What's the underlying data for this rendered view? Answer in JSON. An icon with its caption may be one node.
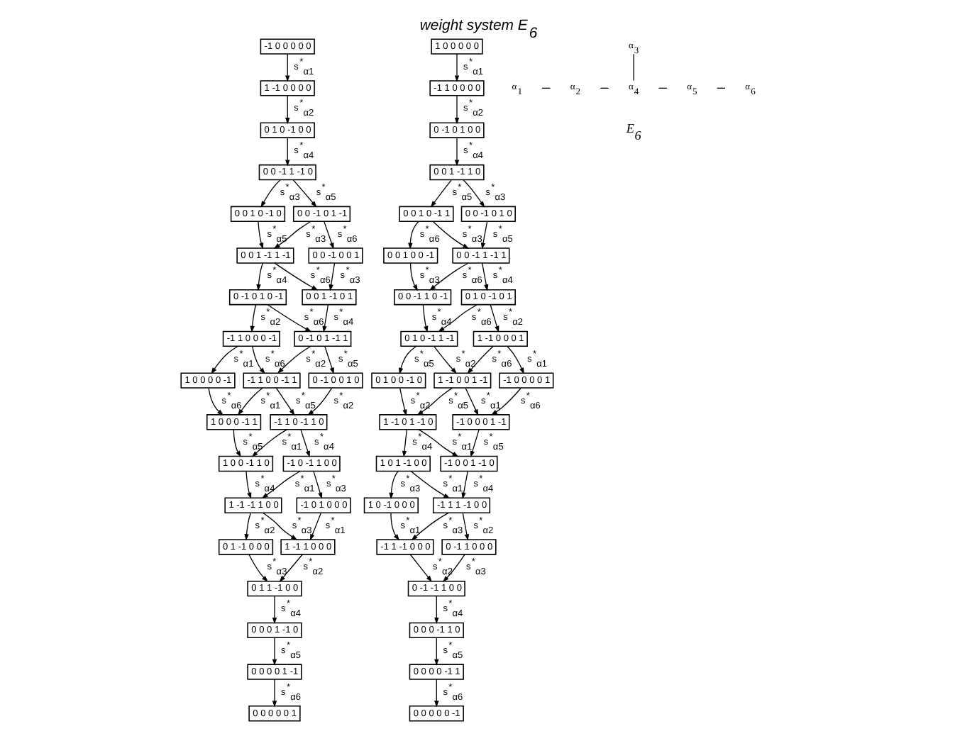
{
  "diagram": {
    "title": "weight system E$_{6}$",
    "nodes": [
      {
        "text": [
          "-1 0 0 0 0 0"
        ]
      },
      {
        "text": [
          "1 -1 0 0 0 0"
        ]
      },
      {
        "text": [
          "0 1 0 -1 0 0"
        ]
      },
      {
        "text": [
          "0 0 -1 1 -1 0"
        ]
      },
      {
        "text": [
          "0 0 1 0 -1 0"
        ]
      },
      {
        "text": [
          "0 0 -1 0 1 -1"
        ]
      },
      {
        "text": [
          "0 0 1 -1 1 -1"
        ]
      },
      {
        "text": [
          "0 0 -1 0 0 1"
        ]
      },
      {
        "text": [
          "0 -1 0 1 0 -1"
        ]
      },
      {
        "text": [
          "0 0 1 -1 0 1"
        ]
      },
      {
        "text": [
          "-1 1 0 0 0 -1"
        ]
      },
      {
        "text": [
          "0 -1 0 1 -1 1"
        ]
      },
      {
        "text": [
          "1 0 0 0 0 -1"
        ]
      },
      {
        "text": [
          "-1 1 0 0 -1 1"
        ]
      },
      {
        "text": [
          "0 -1 0 0 1 0"
        ]
      },
      {
        "text": [
          "1 0 0 0 -1 1"
        ]
      },
      {
        "text": [
          "-1 1 0 -1 1 0"
        ]
      },
      {
        "text": [
          "1 0 0 -1 1 0"
        ]
      },
      {
        "text": [
          "-1 0 -1 1 0 0"
        ]
      },
      {
        "text": [
          "1 -1 -1 1 0 0"
        ]
      },
      {
        "text": [
          "-1 0 1 0 0 0"
        ]
      },
      {
        "text": [
          "0 1 -1 0 0 0"
        ]
      },
      {
        "text": [
          "1 -1 1 0 0 0"
        ]
      },
      {
        "text": [
          "0 1 1 -1 0 0"
        ]
      },
      {
        "text": [
          "0 0 0 1 -1 0"
        ]
      },
      {
        "text": [
          "0 0 0 0 1 -1"
        ]
      },
      {
        "text": [
          "0 0 0 0 0 1"
        ]
      },
      {
        "text": [
          "1 0 0 0 0 0"
        ]
      },
      {
        "text": [
          "-1 1 0 0 0 0"
        ]
      },
      {
        "text": [
          "0 -1 0 1 0 0"
        ]
      },
      {
        "text": [
          "0 0 1 -1 1 0"
        ]
      },
      {
        "text": [
          "0 0 1 0 -1 1"
        ]
      },
      {
        "text": [
          "0 0 -1 0 1 0"
        ]
      },
      {
        "text": [
          "0 0 1 0 0 -1"
        ]
      },
      {
        "text": [
          "0 0 -1 1 -1 1"
        ]
      },
      {
        "text": [
          "0 0 -1 1 0 -1"
        ]
      },
      {
        "text": [
          "0 1 0 -1 0 1"
        ]
      },
      {
        "text": [
          "0 1 0 -1 1 -1"
        ]
      },
      {
        "text": [
          "1 -1 0 0 0 1"
        ]
      },
      {
        "text": [
          "0 1 0 0 -1 0"
        ]
      },
      {
        "text": [
          "1 -1 0 0 1 -1"
        ]
      },
      {
        "text": [
          "-1 0 0 0 0 1"
        ]
      },
      {
        "text": [
          "1 -1 0 1 -1 0"
        ]
      },
      {
        "text": [
          "-1 0 0 0 1 -1"
        ]
      },
      {
        "text": [
          "1 0 1 -1 0 0"
        ]
      },
      {
        "text": [
          "-1 0 0 1 -1 0"
        ]
      },
      {
        "text": [
          "1 0 -1 0 0 0"
        ]
      },
      {
        "text": [
          "-1 1 1 -1 0 0"
        ]
      },
      {
        "text": [
          "-1 1 -1 0 0 0"
        ]
      },
      {
        "text": [
          "0 -1 1 0 0 0"
        ]
      },
      {
        "text": [
          "0 -1 -1 1 0 0"
        ]
      },
      {
        "text": [
          "0 0 0 -1 1 0"
        ]
      },
      {
        "text": [
          "0 0 0 0 -1 1"
        ]
      },
      {
        "text": [
          "0 0 0 0 0 -1"
        ]
      },
      {
        "text": [
          "α$_{3}$"
        ]
      },
      {
        "text": [
          "α$_{1}$"
        ]
      },
      {
        "text": [
          "α$_{2}$"
        ]
      },
      {
        "text": [
          "α$_{4}$"
        ]
      },
      {
        "text": [
          "α$_{5}$"
        ]
      },
      {
        "text": [
          "α$_{6}$"
        ]
      }
    ],
    "edges": [
      {
        "from": 0,
        "to": 1,
        "arrow": "to",
        "label": "s$^{*}$$_{α1}$"
      },
      {
        "from": 1,
        "to": 2,
        "arrow": "to",
        "label": "s$^{*}$$_{α2}$"
      },
      {
        "from": 2,
        "to": 3,
        "arrow": "to",
        "label": "s$^{*}$$_{α4}$"
      },
      {
        "from": 3,
        "to": 4,
        "arrow": "to",
        "label": "s$^{*}$$_{α3}$"
      },
      {
        "from": 3,
        "to": 5,
        "arrow": "to",
        "label": "s$^{*}$$_{α5}$"
      },
      {
        "from": 4,
        "to": 6,
        "arrow": "to",
        "label": "s$^{*}$$_{α5}$"
      },
      {
        "from": 5,
        "to": 6,
        "arrow": "to",
        "label": "s$^{*}$$_{α3}$"
      },
      {
        "from": 5,
        "to": 7,
        "arrow": "to",
        "label": "s$^{*}$$_{α6}$"
      },
      {
        "from": 6,
        "to": 8,
        "arrow": "to",
        "label": "s$^{*}$$_{α4}$"
      },
      {
        "from": 6,
        "to": 9,
        "arrow": "to",
        "label": "s$^{*}$$_{α6}$"
      },
      {
        "from": 7,
        "to": 9,
        "arrow": "to",
        "label": "s$^{*}$$_{α3}$"
      },
      {
        "from": 8,
        "to": 10,
        "arrow": "to",
        "label": "s$^{*}$$_{α2}$"
      },
      {
        "from": 8,
        "to": 11,
        "arrow": "to",
        "label": "s$^{*}$$_{α6}$"
      },
      {
        "from": 9,
        "to": 11,
        "arrow": "to",
        "label": "s$^{*}$$_{α4}$"
      },
      {
        "from": 10,
        "to": 12,
        "arrow": "to",
        "label": "s$^{*}$$_{α1}$"
      },
      {
        "from": 10,
        "to": 13,
        "arrow": "to",
        "label": "s$^{*}$$_{α6}$"
      },
      {
        "from": 11,
        "to": 13,
        "arrow": "to",
        "label": "s$^{*}$$_{α2}$"
      },
      {
        "from": 11,
        "to": 14,
        "arrow": "to",
        "label": "s$^{*}$$_{α5}$"
      },
      {
        "from": 12,
        "to": 15,
        "arrow": "to",
        "label": "s$^{*}$$_{α6}$"
      },
      {
        "from": 13,
        "to": 15,
        "arrow": "to",
        "label": "s$^{*}$$_{α1}$"
      },
      {
        "from": 13,
        "to": 16,
        "arrow": "to",
        "label": "s$^{*}$$_{α5}$"
      },
      {
        "from": 14,
        "to": 16,
        "arrow": "to",
        "label": "s$^{*}$$_{α2}$"
      },
      {
        "from": 15,
        "to": 17,
        "arrow": "to",
        "label": "s$^{*}$$_{α5}$"
      },
      {
        "from": 16,
        "to": 17,
        "arrow": "to",
        "label": "s$^{*}$$_{α1}$"
      },
      {
        "from": 16,
        "to": 18,
        "arrow": "to",
        "label": "s$^{*}$$_{α4}$"
      },
      {
        "from": 17,
        "to": 19,
        "arrow": "to",
        "label": "s$^{*}$$_{α4}$"
      },
      {
        "from": 18,
        "to": 19,
        "arrow": "to",
        "label": "s$^{*}$$_{α1}$"
      },
      {
        "from": 18,
        "to": 20,
        "arrow": "to",
        "label": "s$^{*}$$_{α3}$"
      },
      {
        "from": 19,
        "to": 21,
        "arrow": "to",
        "label": "s$^{*}$$_{α2}$"
      },
      {
        "from": 19,
        "to": 22,
        "arrow": "to",
        "label": "s$^{*}$$_{α3}$"
      },
      {
        "from": 20,
        "to": 22,
        "arrow": "to",
        "label": "s$^{*}$$_{α1}$"
      },
      {
        "from": 21,
        "to": 23,
        "arrow": "to",
        "label": "s$^{*}$$_{α3}$"
      },
      {
        "from": 22,
        "to": 23,
        "arrow": "to",
        "label": "s$^{*}$$_{α2}$"
      },
      {
        "from": 23,
        "to": 24,
        "arrow": "to",
        "label": "s$^{*}$$_{α4}$"
      },
      {
        "from": 24,
        "to": 25,
        "arrow": "to",
        "label": "s$^{*}$$_{α5}$"
      },
      {
        "from": 25,
        "to": 26,
        "arrow": "to",
        "label": "s$^{*}$$_{α6}$"
      },
      {
        "from": 27,
        "to": 28,
        "arrow": "to",
        "label": "s$^{*}$$_{α1}$"
      },
      {
        "from": 28,
        "to": 29,
        "arrow": "to",
        "label": "s$^{*}$$_{α2}$"
      },
      {
        "from": 29,
        "to": 30,
        "arrow": "to",
        "label": "s$^{*}$$_{α4}$"
      },
      {
        "from": 30,
        "to": 31,
        "arrow": "to",
        "label": "s$^{*}$$_{α5}$"
      },
      {
        "from": 30,
        "to": 32,
        "arrow": "to",
        "label": "s$^{*}$$_{α3}$"
      },
      {
        "from": 31,
        "to": 33,
        "arrow": "to",
        "label": "s$^{*}$$_{α6}$"
      },
      {
        "from": 31,
        "to": 34,
        "arrow": "to",
        "label": "s$^{*}$$_{α3}$"
      },
      {
        "from": 32,
        "to": 34,
        "arrow": "to",
        "label": "s$^{*}$$_{α5}$"
      },
      {
        "from": 33,
        "to": 35,
        "arrow": "to",
        "label": "s$^{*}$$_{α3}$"
      },
      {
        "from": 34,
        "to": 35,
        "arrow": "to",
        "label": "s$^{*}$$_{α6}$"
      },
      {
        "from": 34,
        "to": 36,
        "arrow": "to",
        "label": "s$^{*}$$_{α4}$"
      },
      {
        "from": 35,
        "to": 37,
        "arrow": "to",
        "label": "s$^{*}$$_{α4}$"
      },
      {
        "from": 36,
        "to": 37,
        "arrow": "to",
        "label": "s$^{*}$$_{α6}$"
      },
      {
        "from": 36,
        "to": 38,
        "arrow": "to",
        "label": "s$^{*}$$_{α2}$"
      },
      {
        "from": 37,
        "to": 39,
        "arrow": "to",
        "label": "s$^{*}$$_{α5}$"
      },
      {
        "from": 37,
        "to": 40,
        "arrow": "to",
        "label": "s$^{*}$$_{α2}$"
      },
      {
        "from": 38,
        "to": 40,
        "arrow": "to",
        "label": "s$^{*}$$_{α6}$"
      },
      {
        "from": 38,
        "to": 41,
        "arrow": "to",
        "label": "s$^{*}$$_{α1}$"
      },
      {
        "from": 39,
        "to": 42,
        "arrow": "to",
        "label": "s$^{*}$$_{α2}$"
      },
      {
        "from": 40,
        "to": 42,
        "arrow": "to",
        "label": "s$^{*}$$_{α5}$"
      },
      {
        "from": 40,
        "to": 43,
        "arrow": "to",
        "label": "s$^{*}$$_{α1}$"
      },
      {
        "from": 41,
        "to": 43,
        "arrow": "to",
        "label": "s$^{*}$$_{α6}$"
      },
      {
        "from": 42,
        "to": 44,
        "arrow": "to",
        "label": "s$^{*}$$_{α4}$"
      },
      {
        "from": 42,
        "to": 45,
        "arrow": "to",
        "label": "s$^{*}$$_{α1}$"
      },
      {
        "from": 43,
        "to": 45,
        "arrow": "to",
        "label": "s$^{*}$$_{α5}$"
      },
      {
        "from": 44,
        "to": 46,
        "arrow": "to",
        "label": "s$^{*}$$_{α3}$"
      },
      {
        "from": 44,
        "to": 47,
        "arrow": "to",
        "label": "s$^{*}$$_{α1}$"
      },
      {
        "from": 45,
        "to": 47,
        "arrow": "to",
        "label": "s$^{*}$$_{α4}$"
      },
      {
        "from": 46,
        "to": 48,
        "arrow": "to",
        "label": "s$^{*}$$_{α1}$"
      },
      {
        "from": 47,
        "to": 48,
        "arrow": "to",
        "label": "s$^{*}$$_{α3}$"
      },
      {
        "from": 47,
        "to": 49,
        "arrow": "to",
        "label": "s$^{*}$$_{α2}$"
      },
      {
        "from": 48,
        "to": 50,
        "arrow": "to",
        "label": "s$^{*}$$_{α2}$"
      },
      {
        "from": 49,
        "to": 50,
        "arrow": "to",
        "label": "s$^{*}$$_{α3}$"
      },
      {
        "from": 50,
        "to": 51,
        "arrow": "to",
        "label": "s$^{*}$$_{α4}$"
      },
      {
        "from": 51,
        "to": 52,
        "arrow": "to",
        "label": "s$^{*}$$_{α5}$"
      },
      {
        "from": 52,
        "to": 53,
        "arrow": "to",
        "label": "s$^{*}$$_{α6}$"
      },
      {
        "from": 54,
        "to": 57,
        "arrow": "none"
      },
      {
        "from": 55,
        "to": 56,
        "arrow": "none"
      },
      {
        "from": 56,
        "to": 57,
        "arrow": "none"
      },
      {
        "from": 57,
        "to": 58,
        "arrow": "none"
      },
      {
        "from": 58,
        "to": 59,
        "arrow": "none"
      }
    ],
    "labels": [
      "E$_{6}$"
    ]
  }
}
